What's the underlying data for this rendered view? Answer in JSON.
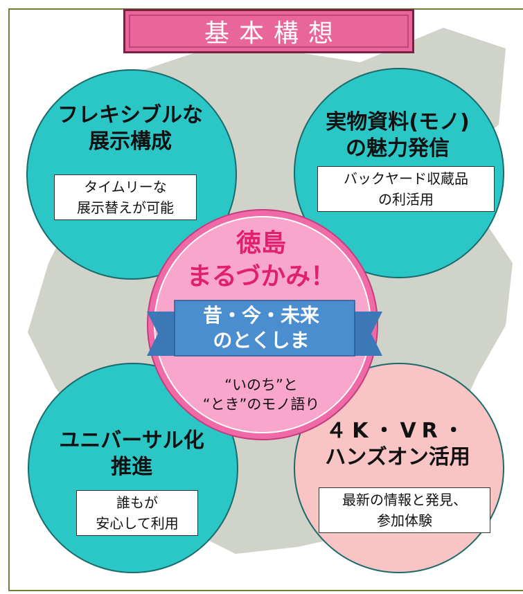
{
  "title": "基本構想",
  "center": {
    "title_lines": [
      "徳島",
      "まるづかみ！"
    ],
    "ribbon_lines": [
      "昔・今・未来",
      "のとくしま"
    ],
    "sub_lines": [
      "“いのち”と",
      "“とき”のモノ語り"
    ]
  },
  "quadrants": {
    "top_left": {
      "title_lines": [
        "フレキシブルな",
        "展示構成"
      ],
      "note_lines": [
        "タイムリーな",
        "展示替えが可能"
      ]
    },
    "top_right": {
      "title_lines": [
        "実物資料(モノ)",
        "の魅力発信"
      ],
      "note_lines": [
        "バックヤード収蔵品",
        "の利活用"
      ]
    },
    "bottom_left": {
      "title_lines": [
        "ユニバーサル化",
        "推進"
      ],
      "note_lines": [
        "誰もが",
        "安心して利用"
      ]
    },
    "bottom_right": {
      "title_lines": [
        "４K・VR・",
        "ハンズオン活用"
      ],
      "note_lines": [
        "最新の情報と発見、",
        "参加体験"
      ]
    }
  },
  "colors": {
    "title_fill": "#e8669a",
    "teal": "#2bc6c6",
    "pink_light": "#f8c4c4",
    "center_pink": "#f06aa8",
    "center_text": "#e0206e",
    "ribbon": "#4a8ed0",
    "map_gray": "#c8cbc0"
  }
}
